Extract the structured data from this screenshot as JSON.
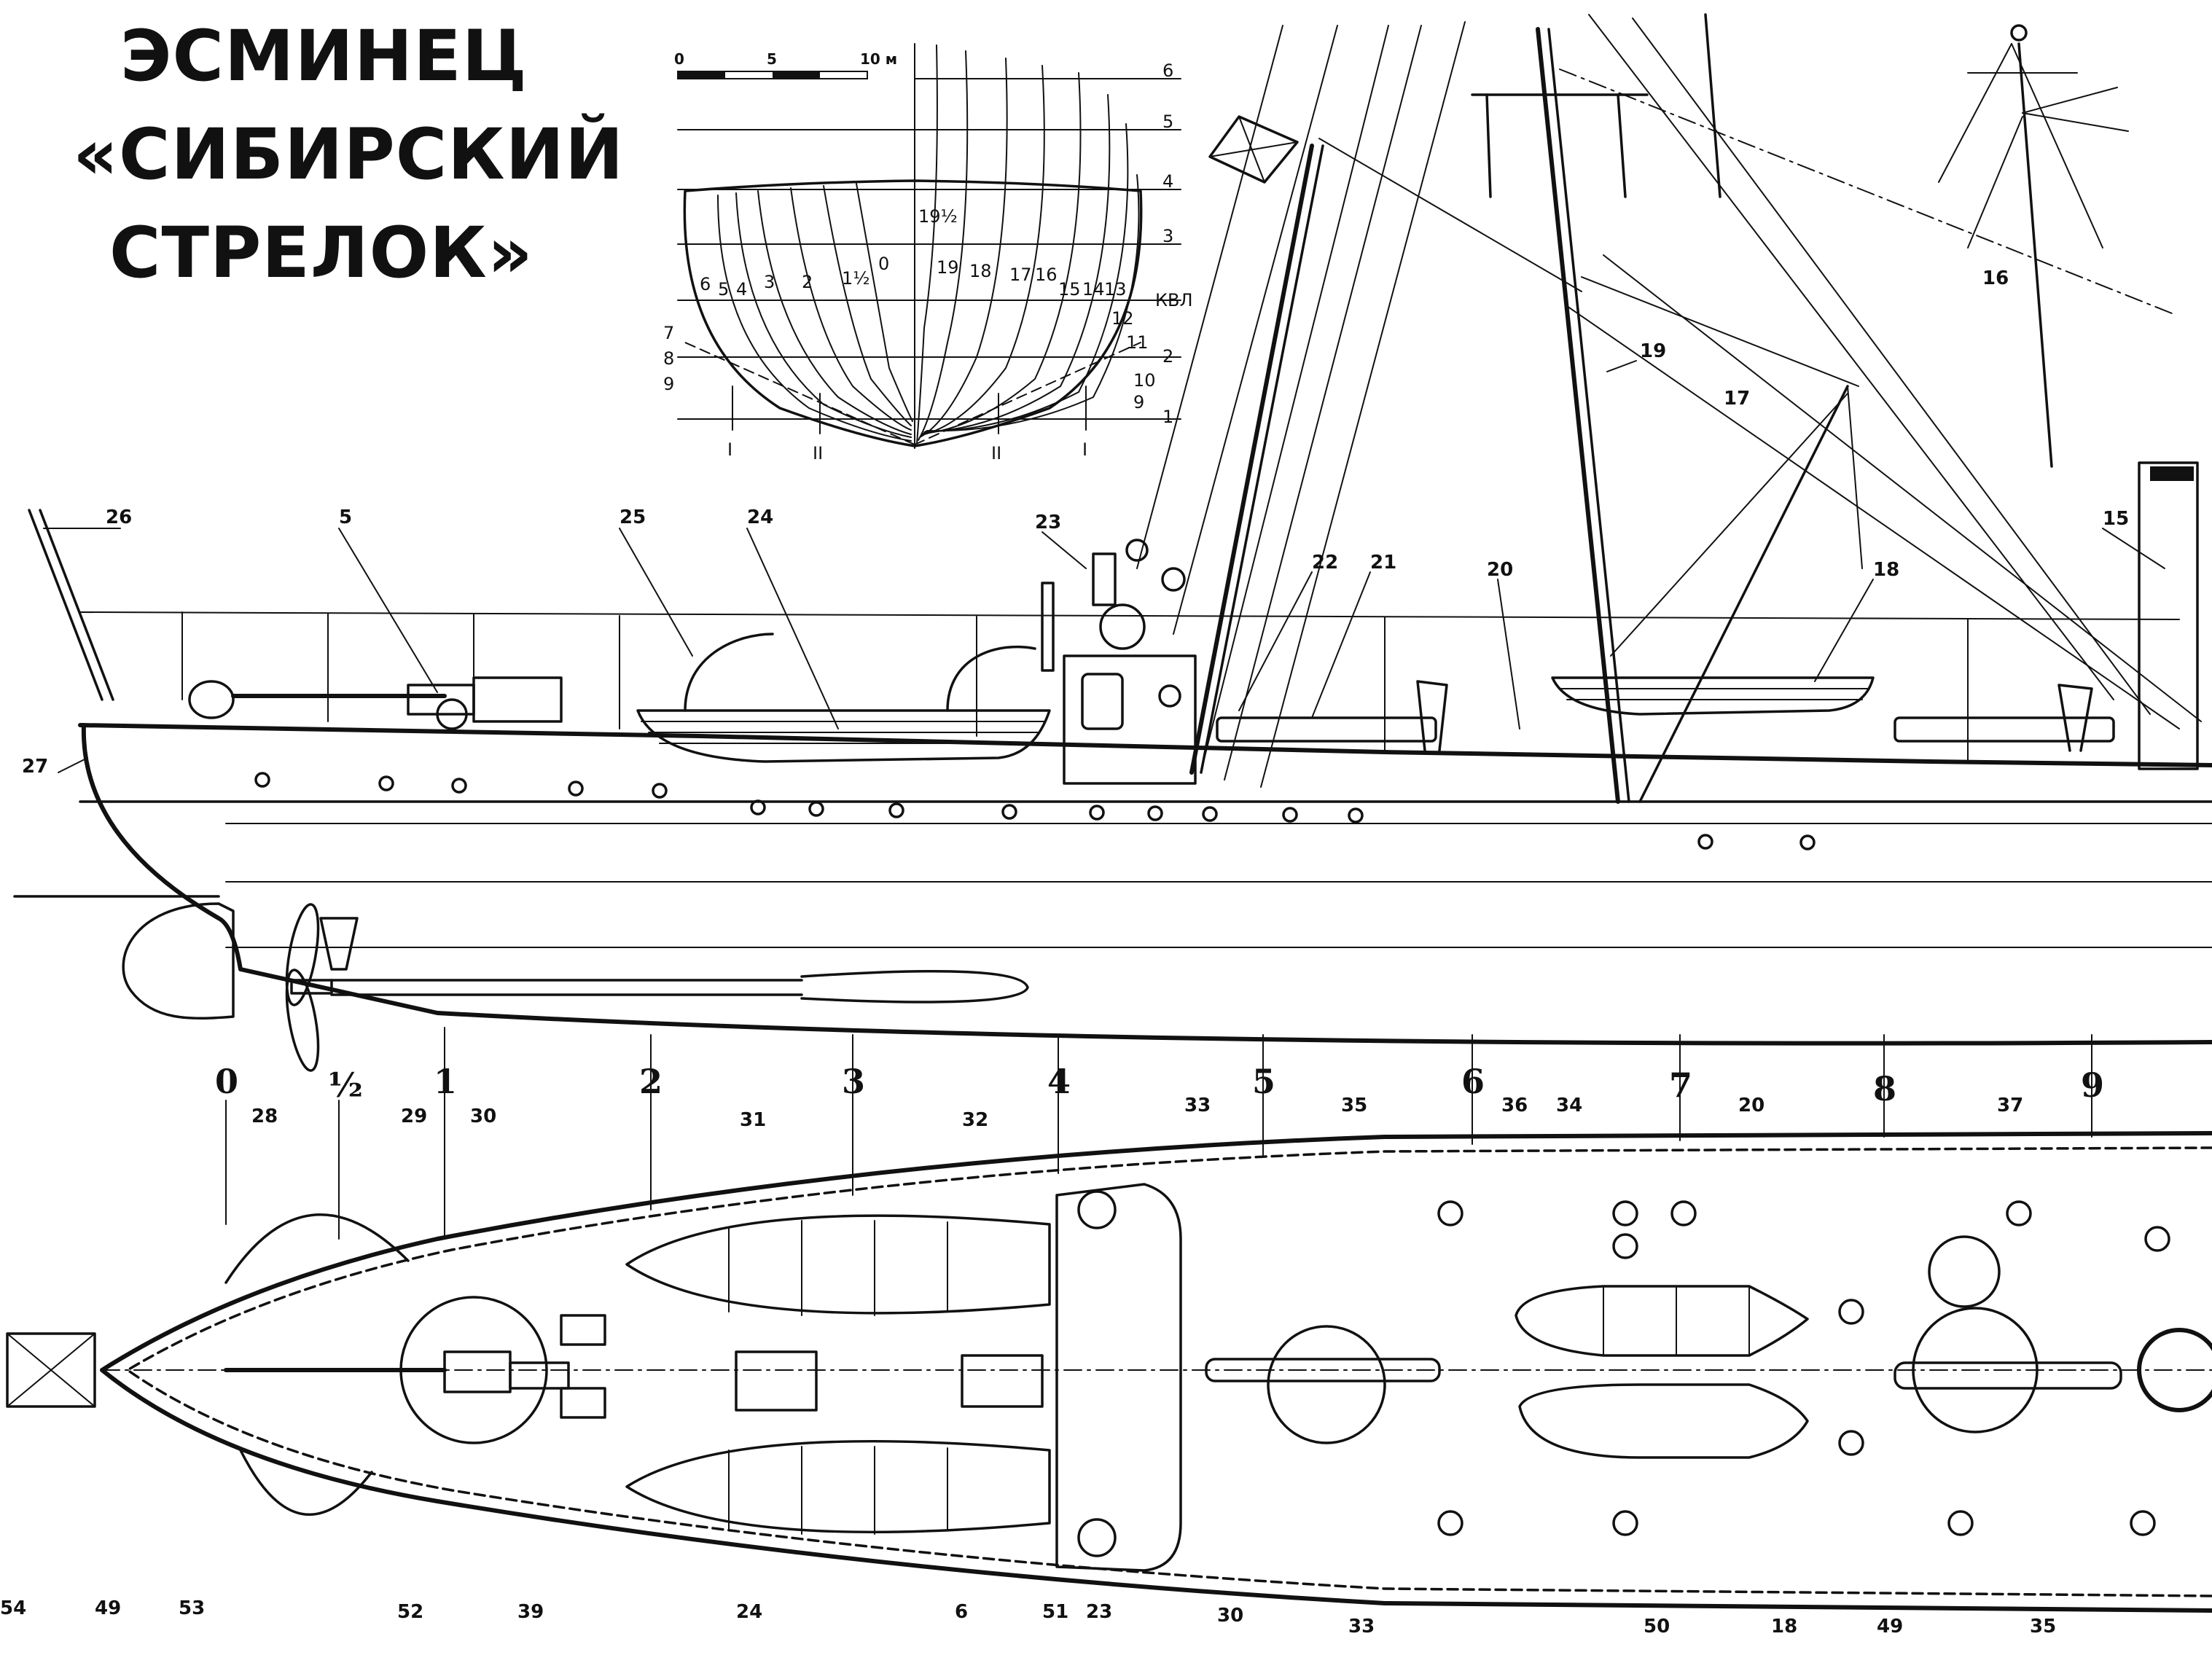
{
  "title": {
    "lines": [
      "ЭСМИНЕЦ",
      "«СИБИРСКИЙ",
      "СТРЕЛОК»"
    ]
  },
  "body_plan": {
    "scale_labels": [
      "0",
      "5",
      "10 м"
    ],
    "waterline_levels": [
      "6",
      "5",
      "4",
      "3",
      "КВЛ",
      "2",
      "1"
    ],
    "stern_stations": [
      "6",
      "5",
      "4",
      "3",
      "2",
      "1½",
      "0"
    ],
    "bow_stations": [
      "19½",
      "19",
      "18",
      "17",
      "16",
      "15",
      "14",
      "13"
    ],
    "buttock_left": [
      "7",
      "8",
      "9"
    ],
    "buttock_right": [
      "12",
      "11",
      "10",
      "9"
    ],
    "section_marks": [
      "I",
      "II",
      "II",
      "I"
    ]
  },
  "profile": {
    "callouts": [
      "26",
      "5",
      "25",
      "24",
      "23",
      "22",
      "21",
      "20",
      "19",
      "17",
      "18",
      "16",
      "15",
      "27"
    ]
  },
  "frames": [
    "0",
    "½",
    "1",
    "2",
    "3",
    "4",
    "5",
    "6",
    "7",
    "8",
    "9"
  ],
  "plan": {
    "top_callouts": [
      "28",
      "29",
      "30",
      "31",
      "32",
      "33",
      "35",
      "36",
      "34",
      "20",
      "37"
    ],
    "bottom_callouts": [
      "54",
      "49",
      "53",
      "52",
      "39",
      "24",
      "6",
      "51",
      "23",
      "30",
      "33",
      "50",
      "18",
      "49",
      "35"
    ]
  }
}
